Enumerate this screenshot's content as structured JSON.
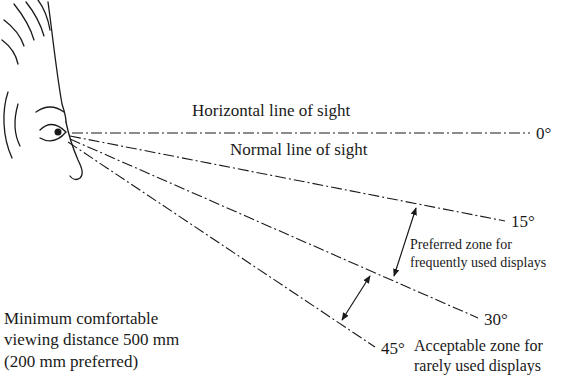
{
  "diagram": {
    "labels": [
      "Horizontal line of sight",
      "0°",
      "Normal line of sight",
      "15°",
      "Preferred zone for frequently used displays",
      "30°",
      "Acceptable zone for rarely used displays",
      "45°",
      "Minimum comfortable viewing distance 500 mm (200 mm preferred)"
    ]
  }
}
